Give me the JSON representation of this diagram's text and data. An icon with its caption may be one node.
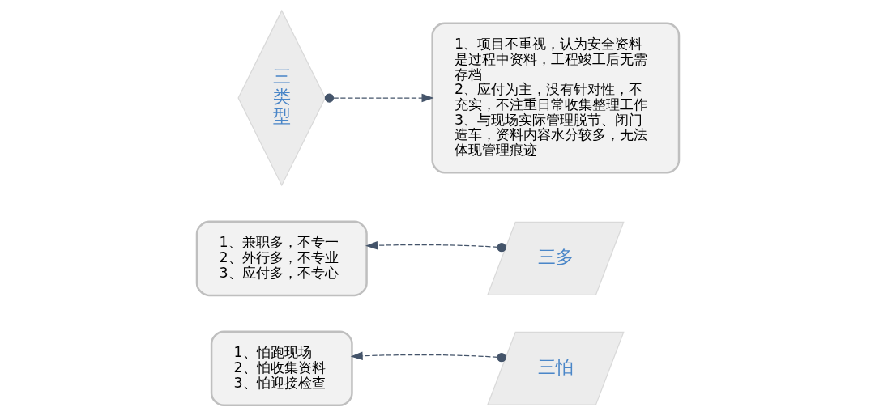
{
  "diagram": {
    "nodes": [
      {
        "text": [
          "1、兼职多，不专一",
          "2、外行多，不专业",
          "3、应付多，不专心"
        ]
      },
      {
        "text": [
          "三多"
        ]
      },
      {
        "text": [
          "三类型"
        ]
      },
      {
        "text": [
          "三怕"
        ]
      },
      {
        "text": [
          "1、怕跑现场",
          "2、怕收集资料",
          "3、怕迎接检查"
        ]
      },
      {
        "text": [
          "1、项目不重视，认为安全资料是过程中资料，工程竣工后无需存档",
          "2、应付为主，没有针对性，不充实，不注重日常收集整理工作",
          "3、与现场实际管理脱节、闭门造车，资料内容水分较多，无法体现管理痕迹"
        ]
      }
    ],
    "edges": [
      {
        "from": 1,
        "to": 0,
        "arrow": "to",
        "style": "dashed"
      },
      {
        "from": 3,
        "to": 4,
        "arrow": "to",
        "style": "dashed"
      },
      {
        "from": 2,
        "to": 5,
        "arrow": "to",
        "style": "dashed"
      }
    ]
  }
}
